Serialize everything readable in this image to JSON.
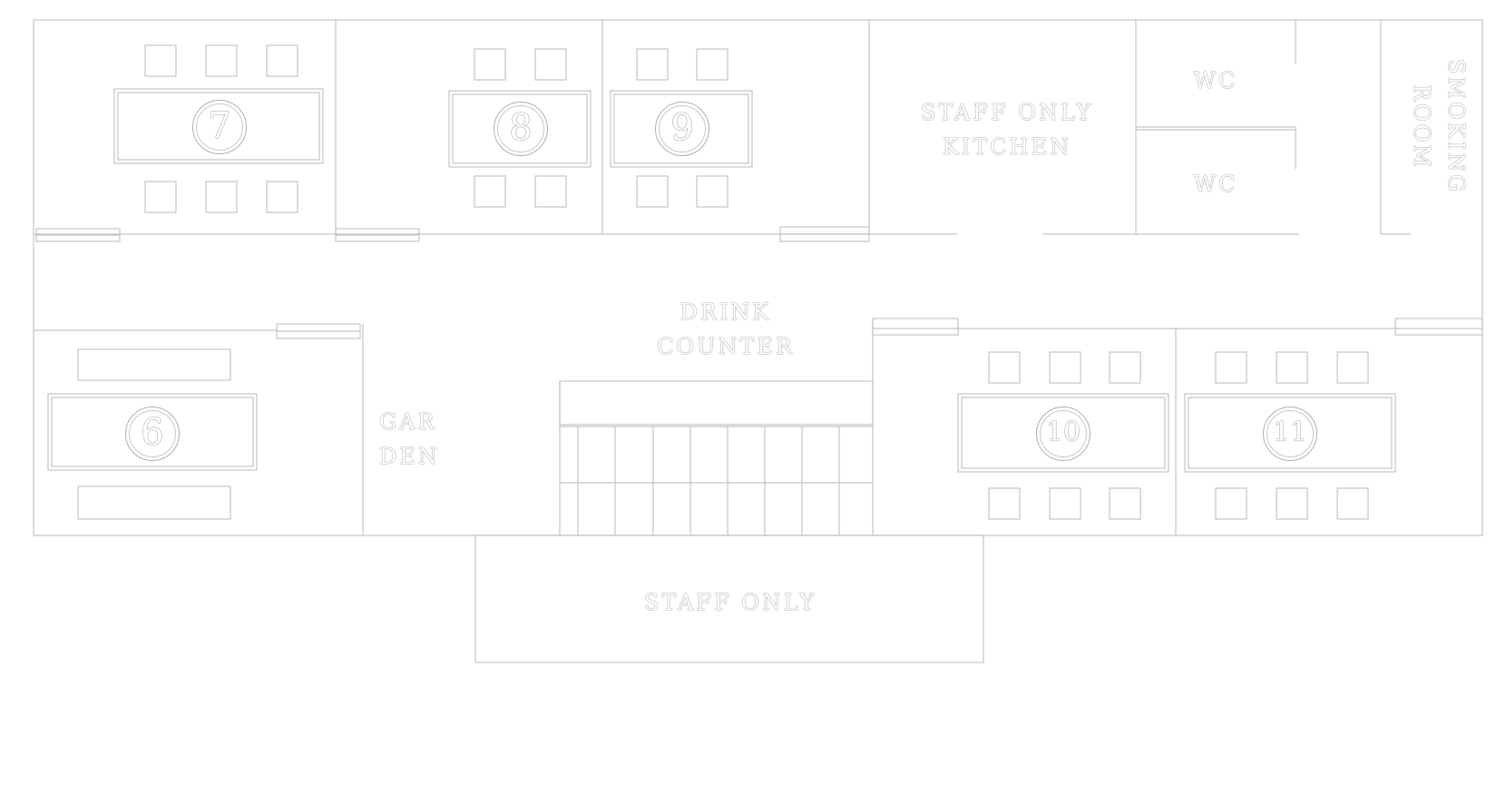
{
  "rooms": {
    "kitchen_line1": "STAFF ONLY",
    "kitchen_line2": "KITCHEN",
    "wc_top": "WC",
    "wc_bottom": "WC",
    "smoking_line1": "SMOKING",
    "smoking_line2": "ROOM",
    "drink_line1": "DRINK",
    "drink_line2": "COUNTER",
    "garden_line1": "GAR",
    "garden_line2": "DEN",
    "staff_only": "STAFF ONLY"
  },
  "tables": {
    "t6": "6",
    "t7": "7",
    "t8": "8",
    "t9": "9",
    "t10": "10",
    "t11": "11"
  },
  "colors": {
    "wall": "#c4c4c4",
    "text_outline": "#9a9a9a",
    "background": "#ffffff"
  }
}
